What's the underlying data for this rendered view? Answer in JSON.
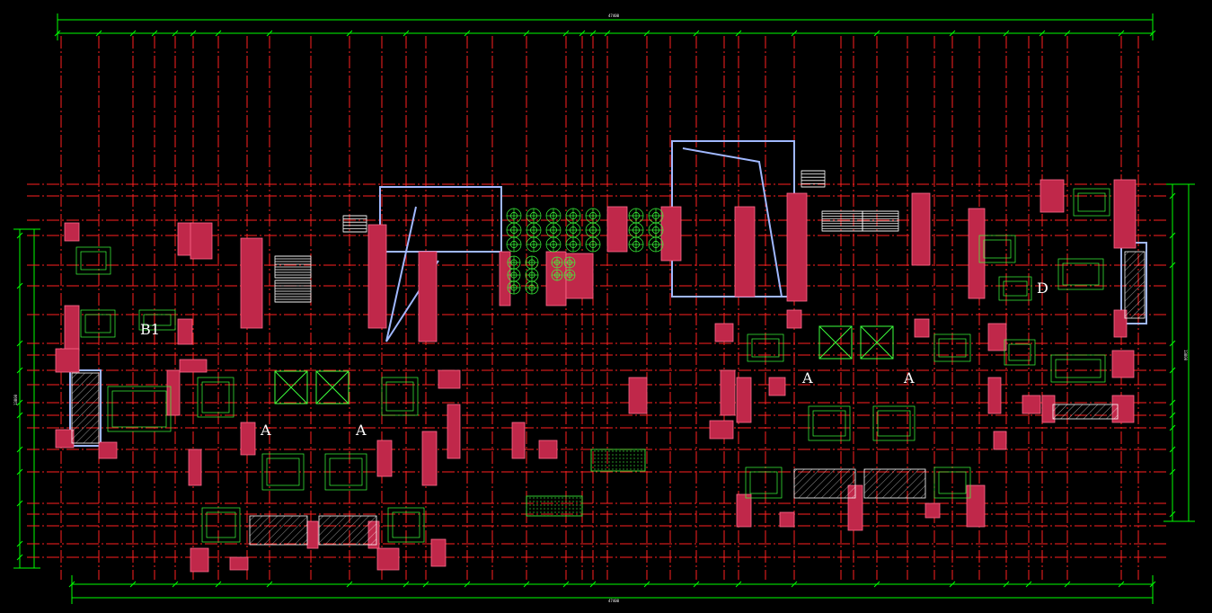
{
  "drawing": {
    "colors": {
      "background": "#000000",
      "axis": "#ff2020",
      "dimension": "#00ff00",
      "wall": "#c0284a",
      "wall_edge": "#ff6a8a",
      "furniture": "#3cff3c",
      "glass": "#a0b8ff",
      "stair": "#ffffff",
      "text": "#ffffff"
    },
    "unit_labels": {
      "b1": "B1",
      "a_left_1": "A",
      "a_left_2": "A",
      "a_right_1": "A",
      "a_right_2": "A",
      "d": "D"
    },
    "dim_text": {
      "top_overall": "47400",
      "bottom_overall": "47400",
      "right_overall": "13800",
      "left_overall": "13800"
    }
  }
}
